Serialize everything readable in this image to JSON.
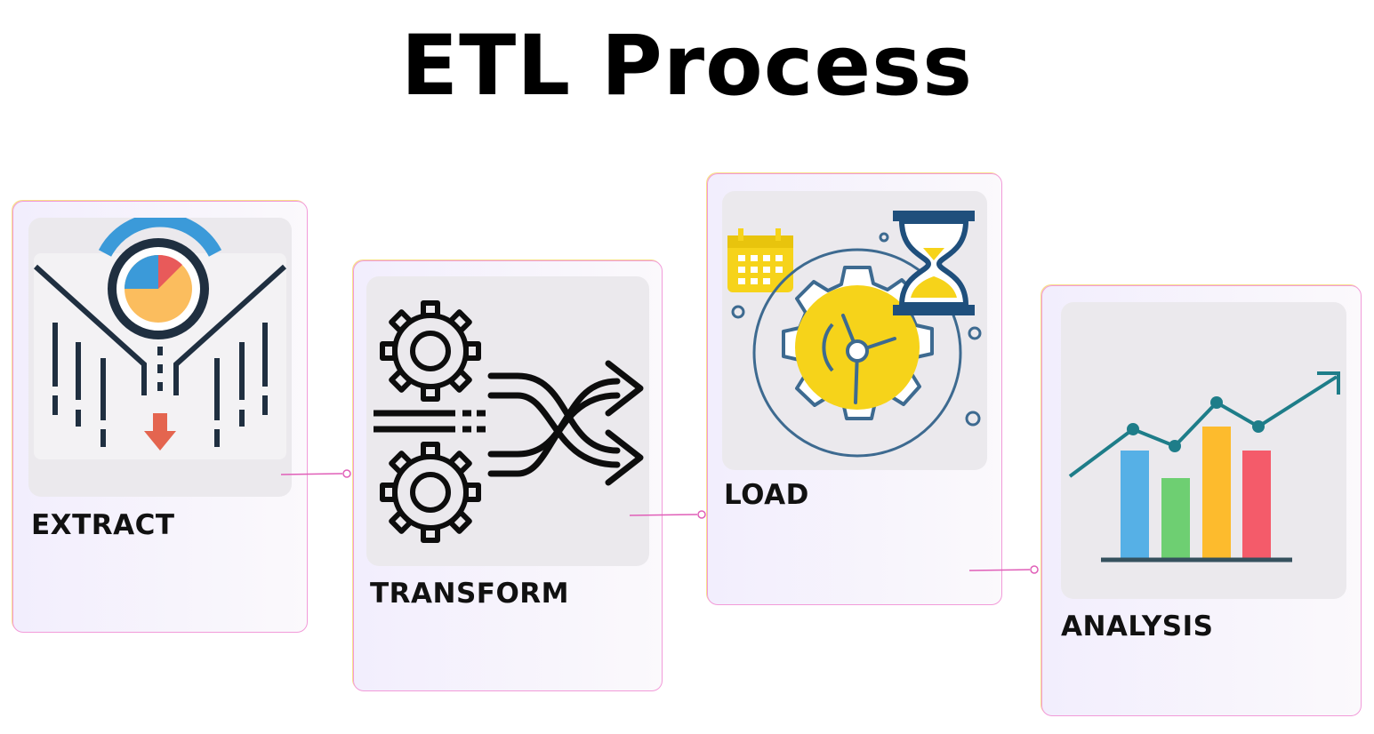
{
  "title": "ETL Process",
  "steps": [
    {
      "label": "EXTRACT",
      "icon": "funnel-pie-chart-icon"
    },
    {
      "label": "TRANSFORM",
      "icon": "gears-shuffle-icon"
    },
    {
      "label": "LOAD",
      "icon": "gear-clock-hourglass-icon"
    },
    {
      "label": "ANALYSIS",
      "icon": "bar-line-chart-icon"
    }
  ],
  "colors": {
    "card_border": "#f29bd9",
    "card_accent": "#f7e08a",
    "panel_bg": "#ebe9ed",
    "connector": "#e05fb8"
  }
}
